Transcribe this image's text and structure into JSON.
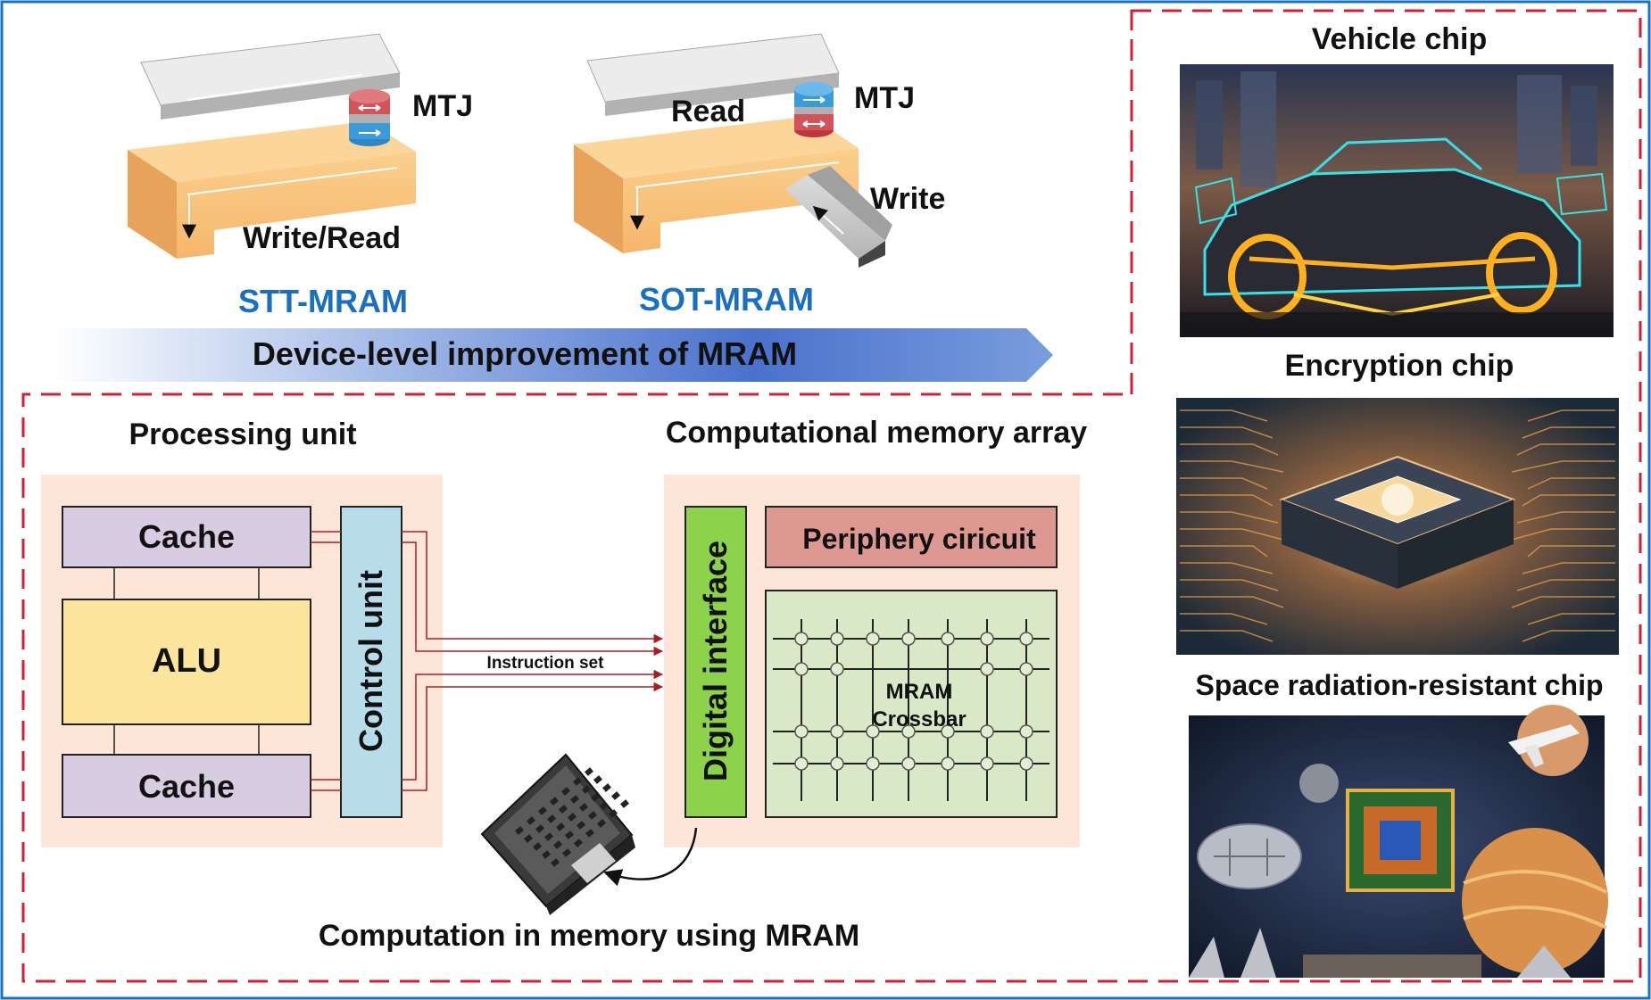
{
  "device_section": {
    "stt": {
      "mtj_label": "MTJ",
      "op_label": "Write/Read",
      "name": "STT-MRAM"
    },
    "sot": {
      "read_label": "Read",
      "mtj_label": "MTJ",
      "write_label": "Write",
      "name": "SOT-MRAM"
    },
    "arrow_label": "Device-level improvement of MRAM"
  },
  "cim_section": {
    "processing_unit": {
      "title": "Processing unit",
      "cache_top": "Cache",
      "alu": "ALU",
      "cache_bottom": "Cache",
      "control_unit": "Control unit"
    },
    "instruction_label": "Instruction set",
    "memory_array": {
      "title": "Computational memory array",
      "digital_interface": "Digital interface",
      "periphery": "Periphery ciricuit",
      "crossbar_line1": "MRAM",
      "crossbar_line2": "Crossbar"
    },
    "footer": "Computation in memory using MRAM"
  },
  "applications": {
    "vehicle": "Vehicle chip",
    "encryption": "Encryption chip",
    "space": "Space radiation-resistant chip"
  },
  "colors": {
    "frame_blue": "#1a6fc0",
    "dash_red": "#cc2233",
    "label_blue": "#1a6fc0",
    "panel_peach": "#fde6d8",
    "cache_lavender": "#d8cce2",
    "alu_yellow": "#fbe59c",
    "control_blue": "#b7dcea",
    "interface_green": "#8cd24a",
    "periphery_rose": "#dc9891",
    "crossbar_green": "#d9e8c6",
    "signal_red": "#a81e22"
  }
}
